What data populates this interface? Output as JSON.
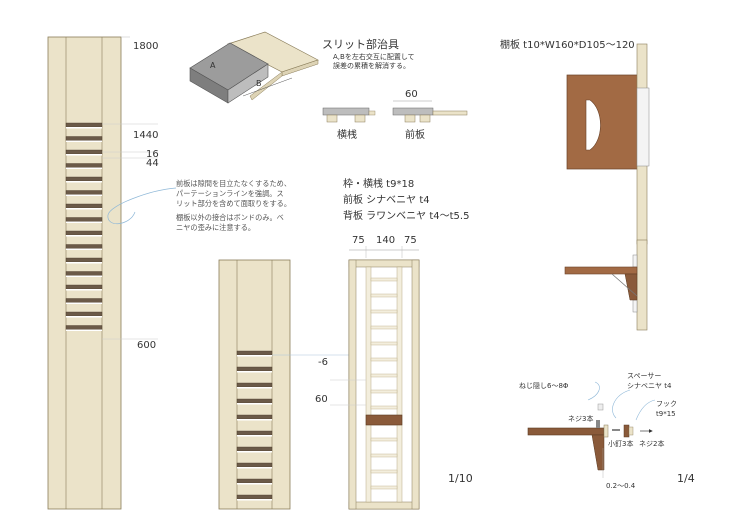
{
  "main_elevation": {
    "dims": {
      "top": "1800",
      "slit_top": "1440",
      "d16": "16",
      "d44": "44",
      "bottom": "600"
    },
    "note_lines": [
      "前板は隙間を目立たなくするため、",
      "パーテーションラインを強調。ス",
      "リット部分を含めて面取りをする。",
      "",
      "棚板以外の接合はボンドのみ。ベ",
      "ニヤの歪みに注意する。"
    ]
  },
  "jig": {
    "title": "スリット部治具",
    "desc_lines": [
      "A,Bを左右交互に配置して",
      "誤差の累積を解消する。"
    ],
    "label_a": "A",
    "label_b": "B",
    "dim_60": "60",
    "label_yokosan": "横桟",
    "label_maeita": "前板"
  },
  "materials": {
    "lines": [
      "枠・横桟 t9*18",
      "前板 シナベニヤ t4",
      "背板 ラワンベニヤ t4〜t5.5"
    ]
  },
  "frame": {
    "dims_top": [
      "75",
      "140",
      "75"
    ],
    "dim_gap": "-6",
    "dim_60": "60",
    "scale": "1/10"
  },
  "shelf": {
    "title": "棚板 t10*W160*D105〜120",
    "labels": {
      "screw_hide": "ねじ隠し6〜8Φ",
      "spacer": "スペーサー",
      "spacer_mat": "シナベニヤ t4",
      "screw3": "ネジ3本",
      "hook": "フック",
      "hook_size": "t9*15",
      "nail3": "小釘3本",
      "screw2": "ネジ2本",
      "gap": "0.2〜0.4"
    },
    "scale": "1/4"
  },
  "colors": {
    "panel": "#ebe3c9",
    "line": "#7a6a4a",
    "wood": "#8a5a3a",
    "shelf": "#a26a44",
    "grey": "#9c9c9c"
  }
}
